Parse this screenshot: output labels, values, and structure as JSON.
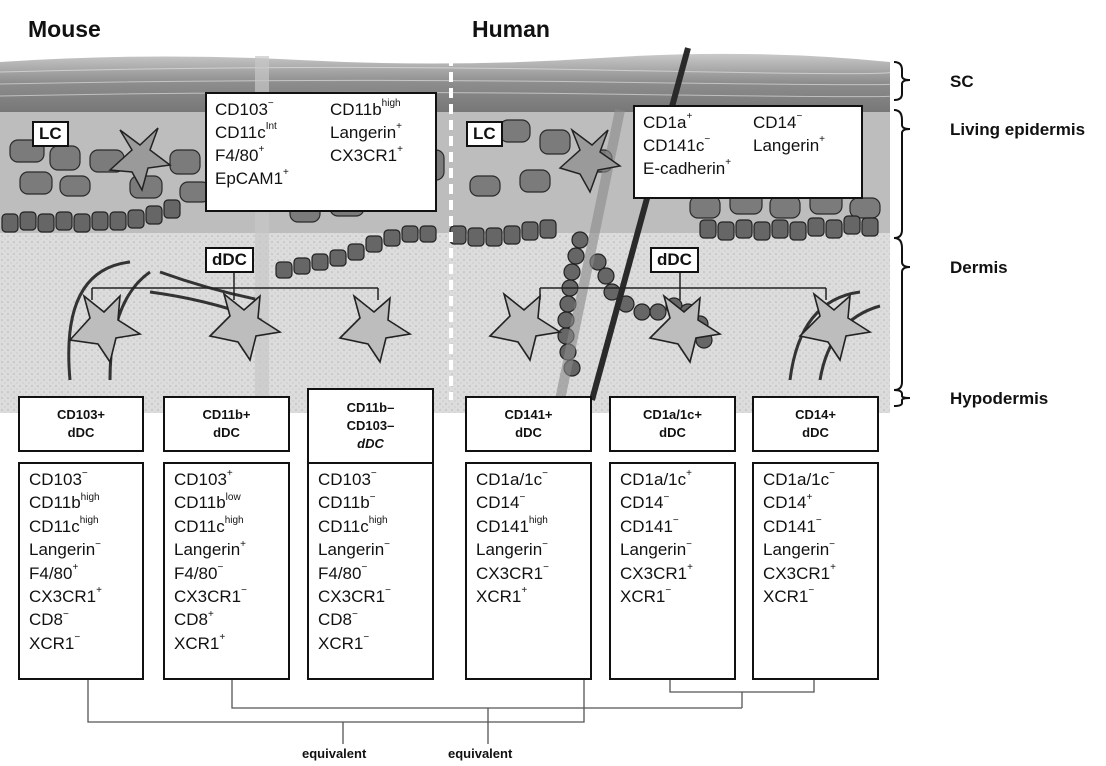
{
  "titles": {
    "mouse": "Mouse",
    "human": "Human"
  },
  "layers": [
    "SC",
    "Living epidermis",
    "Dermis",
    "Hypodermis"
  ],
  "cell_labels": {
    "lc": "LC",
    "ddc": "dDC"
  },
  "mouse_lc_markers": [
    {
      "name": "CD103",
      "sup": "−"
    },
    {
      "name": "CD11b",
      "sup": "high"
    },
    {
      "name": "CD11c",
      "sup": "Int"
    },
    {
      "name": "Langerin",
      "sup": "+"
    },
    {
      "name": "F4/80",
      "sup": "+"
    },
    {
      "name": "CX3CR1",
      "sup": "+"
    },
    {
      "name": "EpCAM1",
      "sup": "+"
    }
  ],
  "human_lc_markers": [
    {
      "name": "CD1a",
      "sup": "+"
    },
    {
      "name": "CD14",
      "sup": "−"
    },
    {
      "name": "CD141c",
      "sup": "−"
    },
    {
      "name": "Langerin",
      "sup": "+"
    },
    {
      "name": "E-cadherin",
      "sup": "+"
    }
  ],
  "dc_subsets": [
    {
      "header": [
        "CD103+",
        "dDC"
      ],
      "italic_last": false,
      "markers": [
        {
          "name": "CD103",
          "sup": "−"
        },
        {
          "name": "CD11b",
          "sup": "high"
        },
        {
          "name": "CD11c",
          "sup": "high"
        },
        {
          "name": "Langerin",
          "sup": "−"
        },
        {
          "name": "F4/80",
          "sup": "+"
        },
        {
          "name": "CX3CR1",
          "sup": "+"
        },
        {
          "name": "CD8",
          "sup": "−"
        },
        {
          "name": "XCR1",
          "sup": "−"
        }
      ]
    },
    {
      "header": [
        "CD11b+",
        "dDC"
      ],
      "italic_last": false,
      "markers": [
        {
          "name": "CD103",
          "sup": "+"
        },
        {
          "name": "CD11b",
          "sup": "low"
        },
        {
          "name": "CD11c",
          "sup": "high"
        },
        {
          "name": "Langerin",
          "sup": "+"
        },
        {
          "name": "F4/80",
          "sup": "−"
        },
        {
          "name": "CX3CR1",
          "sup": "−"
        },
        {
          "name": "CD8",
          "sup": "+"
        },
        {
          "name": "XCR1",
          "sup": "+"
        }
      ]
    },
    {
      "header": [
        "CD11b–",
        "CD103–",
        "dDC"
      ],
      "italic_last": true,
      "markers": [
        {
          "name": "CD103",
          "sup": "−"
        },
        {
          "name": "CD11b",
          "sup": "−"
        },
        {
          "name": "CD11c",
          "sup": "high"
        },
        {
          "name": "Langerin",
          "sup": "−"
        },
        {
          "name": "F4/80",
          "sup": "−"
        },
        {
          "name": "CX3CR1",
          "sup": "−"
        },
        {
          "name": "CD8",
          "sup": "−"
        },
        {
          "name": "XCR1",
          "sup": "−"
        }
      ]
    },
    {
      "header": [
        "CD141+",
        "dDC"
      ],
      "italic_last": false,
      "markers": [
        {
          "name": "CD1a/1c",
          "sup": "−"
        },
        {
          "name": "CD14",
          "sup": "−"
        },
        {
          "name": "CD141",
          "sup": "high"
        },
        {
          "name": "Langerin",
          "sup": "−"
        },
        {
          "name": "CX3CR1",
          "sup": "−"
        },
        {
          "name": "XCR1",
          "sup": "+"
        }
      ]
    },
    {
      "header": [
        "CD1a/1c+",
        "dDC"
      ],
      "italic_last": false,
      "markers": [
        {
          "name": "CD1a/1c",
          "sup": "+"
        },
        {
          "name": "CD14",
          "sup": "−"
        },
        {
          "name": "CD141",
          "sup": "−"
        },
        {
          "name": "Langerin",
          "sup": "−"
        },
        {
          "name": "CX3CR1",
          "sup": "+"
        },
        {
          "name": "XCR1",
          "sup": "−"
        }
      ]
    },
    {
      "header": [
        "CD14+",
        "dDC"
      ],
      "italic_last": false,
      "markers": [
        {
          "name": "CD1a/1c",
          "sup": "−"
        },
        {
          "name": "CD14",
          "sup": "+"
        },
        {
          "name": "CD141",
          "sup": "−"
        },
        {
          "name": "Langerin",
          "sup": "−"
        },
        {
          "name": "CX3CR1",
          "sup": "+"
        },
        {
          "name": "XCR1",
          "sup": "−"
        }
      ]
    }
  ],
  "equivalent_labels": [
    "equivalent",
    "equivalent"
  ],
  "colors": {
    "stratum_corneum": "#9a9a9a",
    "epidermis": "#c8c8c8",
    "dermis": "#d8d8d8",
    "cell_dark": "#555555"
  }
}
